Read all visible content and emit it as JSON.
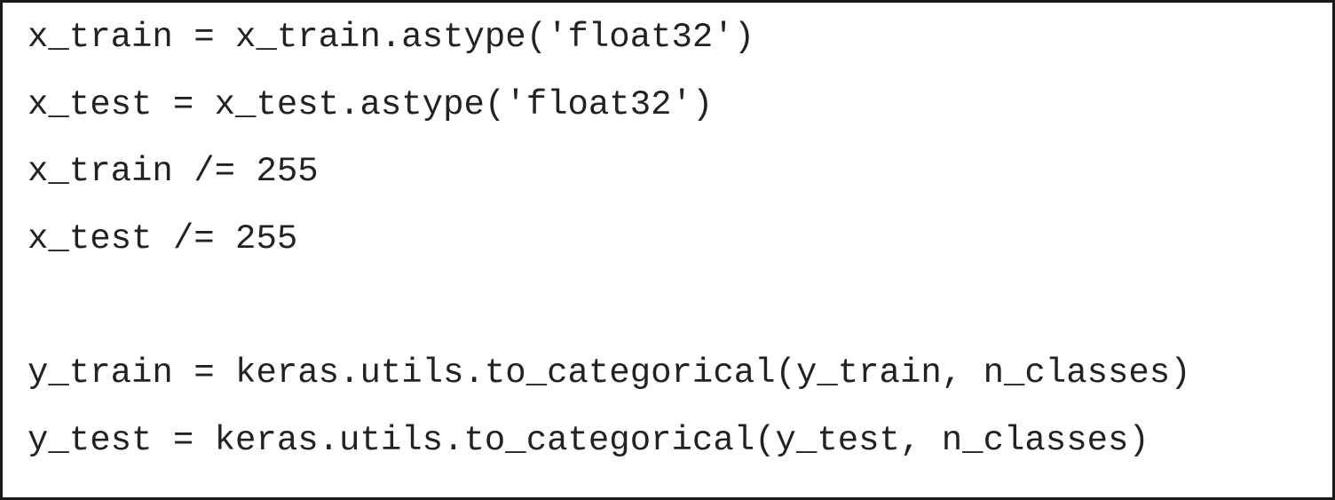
{
  "code": {
    "lines": [
      "x_train = x_train.astype('float32')",
      "x_test = x_test.astype('float32')",
      "x_train /= 255",
      "x_test /= 255",
      "",
      "y_train = keras.utils.to_categorical(y_train, n_classes)",
      "y_test = keras.utils.to_categorical(y_test, n_classes)"
    ]
  }
}
